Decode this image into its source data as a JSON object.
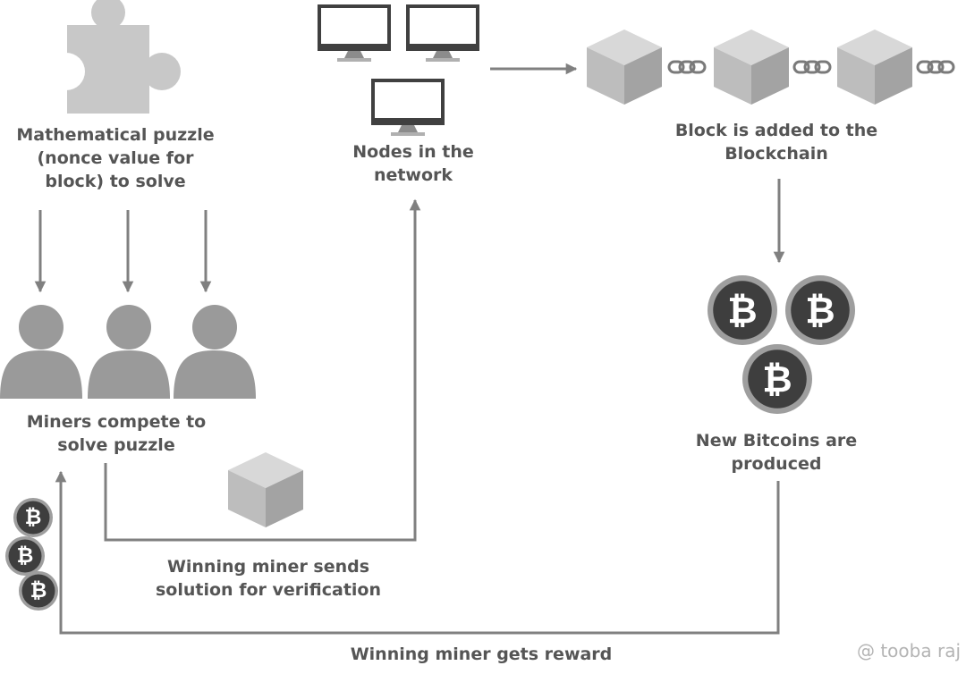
{
  "labels": {
    "puzzle": [
      "Mathematical puzzle",
      "(nonce value for",
      "block) to solve"
    ],
    "miners": [
      "Miners compete to",
      "solve puzzle"
    ],
    "nodes": [
      "Nodes in the",
      "network"
    ],
    "block_added": [
      "Block is added to the",
      "Blockchain"
    ],
    "new_bitcoins": [
      "New Bitcoins are",
      "produced"
    ],
    "sends_solution": [
      "Winning miner sends",
      "solution for verification"
    ],
    "reward": "Winning miner gets reward"
  },
  "watermark": "@ tooba raj",
  "icons": {
    "coin_symbol": "₿",
    "puzzle": "puzzle-piece-icon",
    "person": "person-icon",
    "monitor": "monitor-icon",
    "block": "cube-icon",
    "chain": "chain-link-icon",
    "coin": "bitcoin-coin-icon"
  },
  "colors": {
    "arrow": "#808080",
    "text": "#555555",
    "person": "#9a9a9a",
    "puzzle": "#c8c8c8",
    "cube_top": "#d8d8d8",
    "cube_left": "#bdbdbd",
    "cube_right": "#a3a3a3",
    "coin_dark": "#3e3e3e",
    "coin_ring": "#9e9e9e"
  }
}
